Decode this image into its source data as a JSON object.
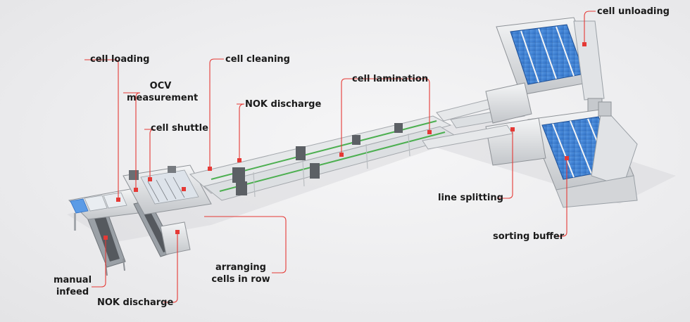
{
  "colors": {
    "background": "#ececee",
    "leader_line": "#e53935",
    "marker": "#e53935",
    "frame": "#c9cbcf",
    "frame_dark": "#8e9297",
    "tray_blue": "#3b7fd6",
    "conveyor_green": "#4caf50",
    "panel_dark": "#4a4d52"
  },
  "labels": {
    "cell_loading": "cell loading",
    "ocv_measurement_line1": "OCV",
    "ocv_measurement_line2": "measurement",
    "cell_shuttle": "cell shuttle",
    "cell_cleaning": "cell cleaning",
    "nok_discharge_top": "NOK discharge",
    "cell_lamination": "cell lamination",
    "cell_unloading": "cell unloading",
    "line_splitting": "line splitting",
    "sorting_buffer": "sorting buffer",
    "manual_infeed_line1": "manual",
    "manual_infeed_line2": "infeed",
    "nok_discharge_bottom": "NOK discharge",
    "arranging_line1": "arranging",
    "arranging_line2": "cells in row"
  }
}
